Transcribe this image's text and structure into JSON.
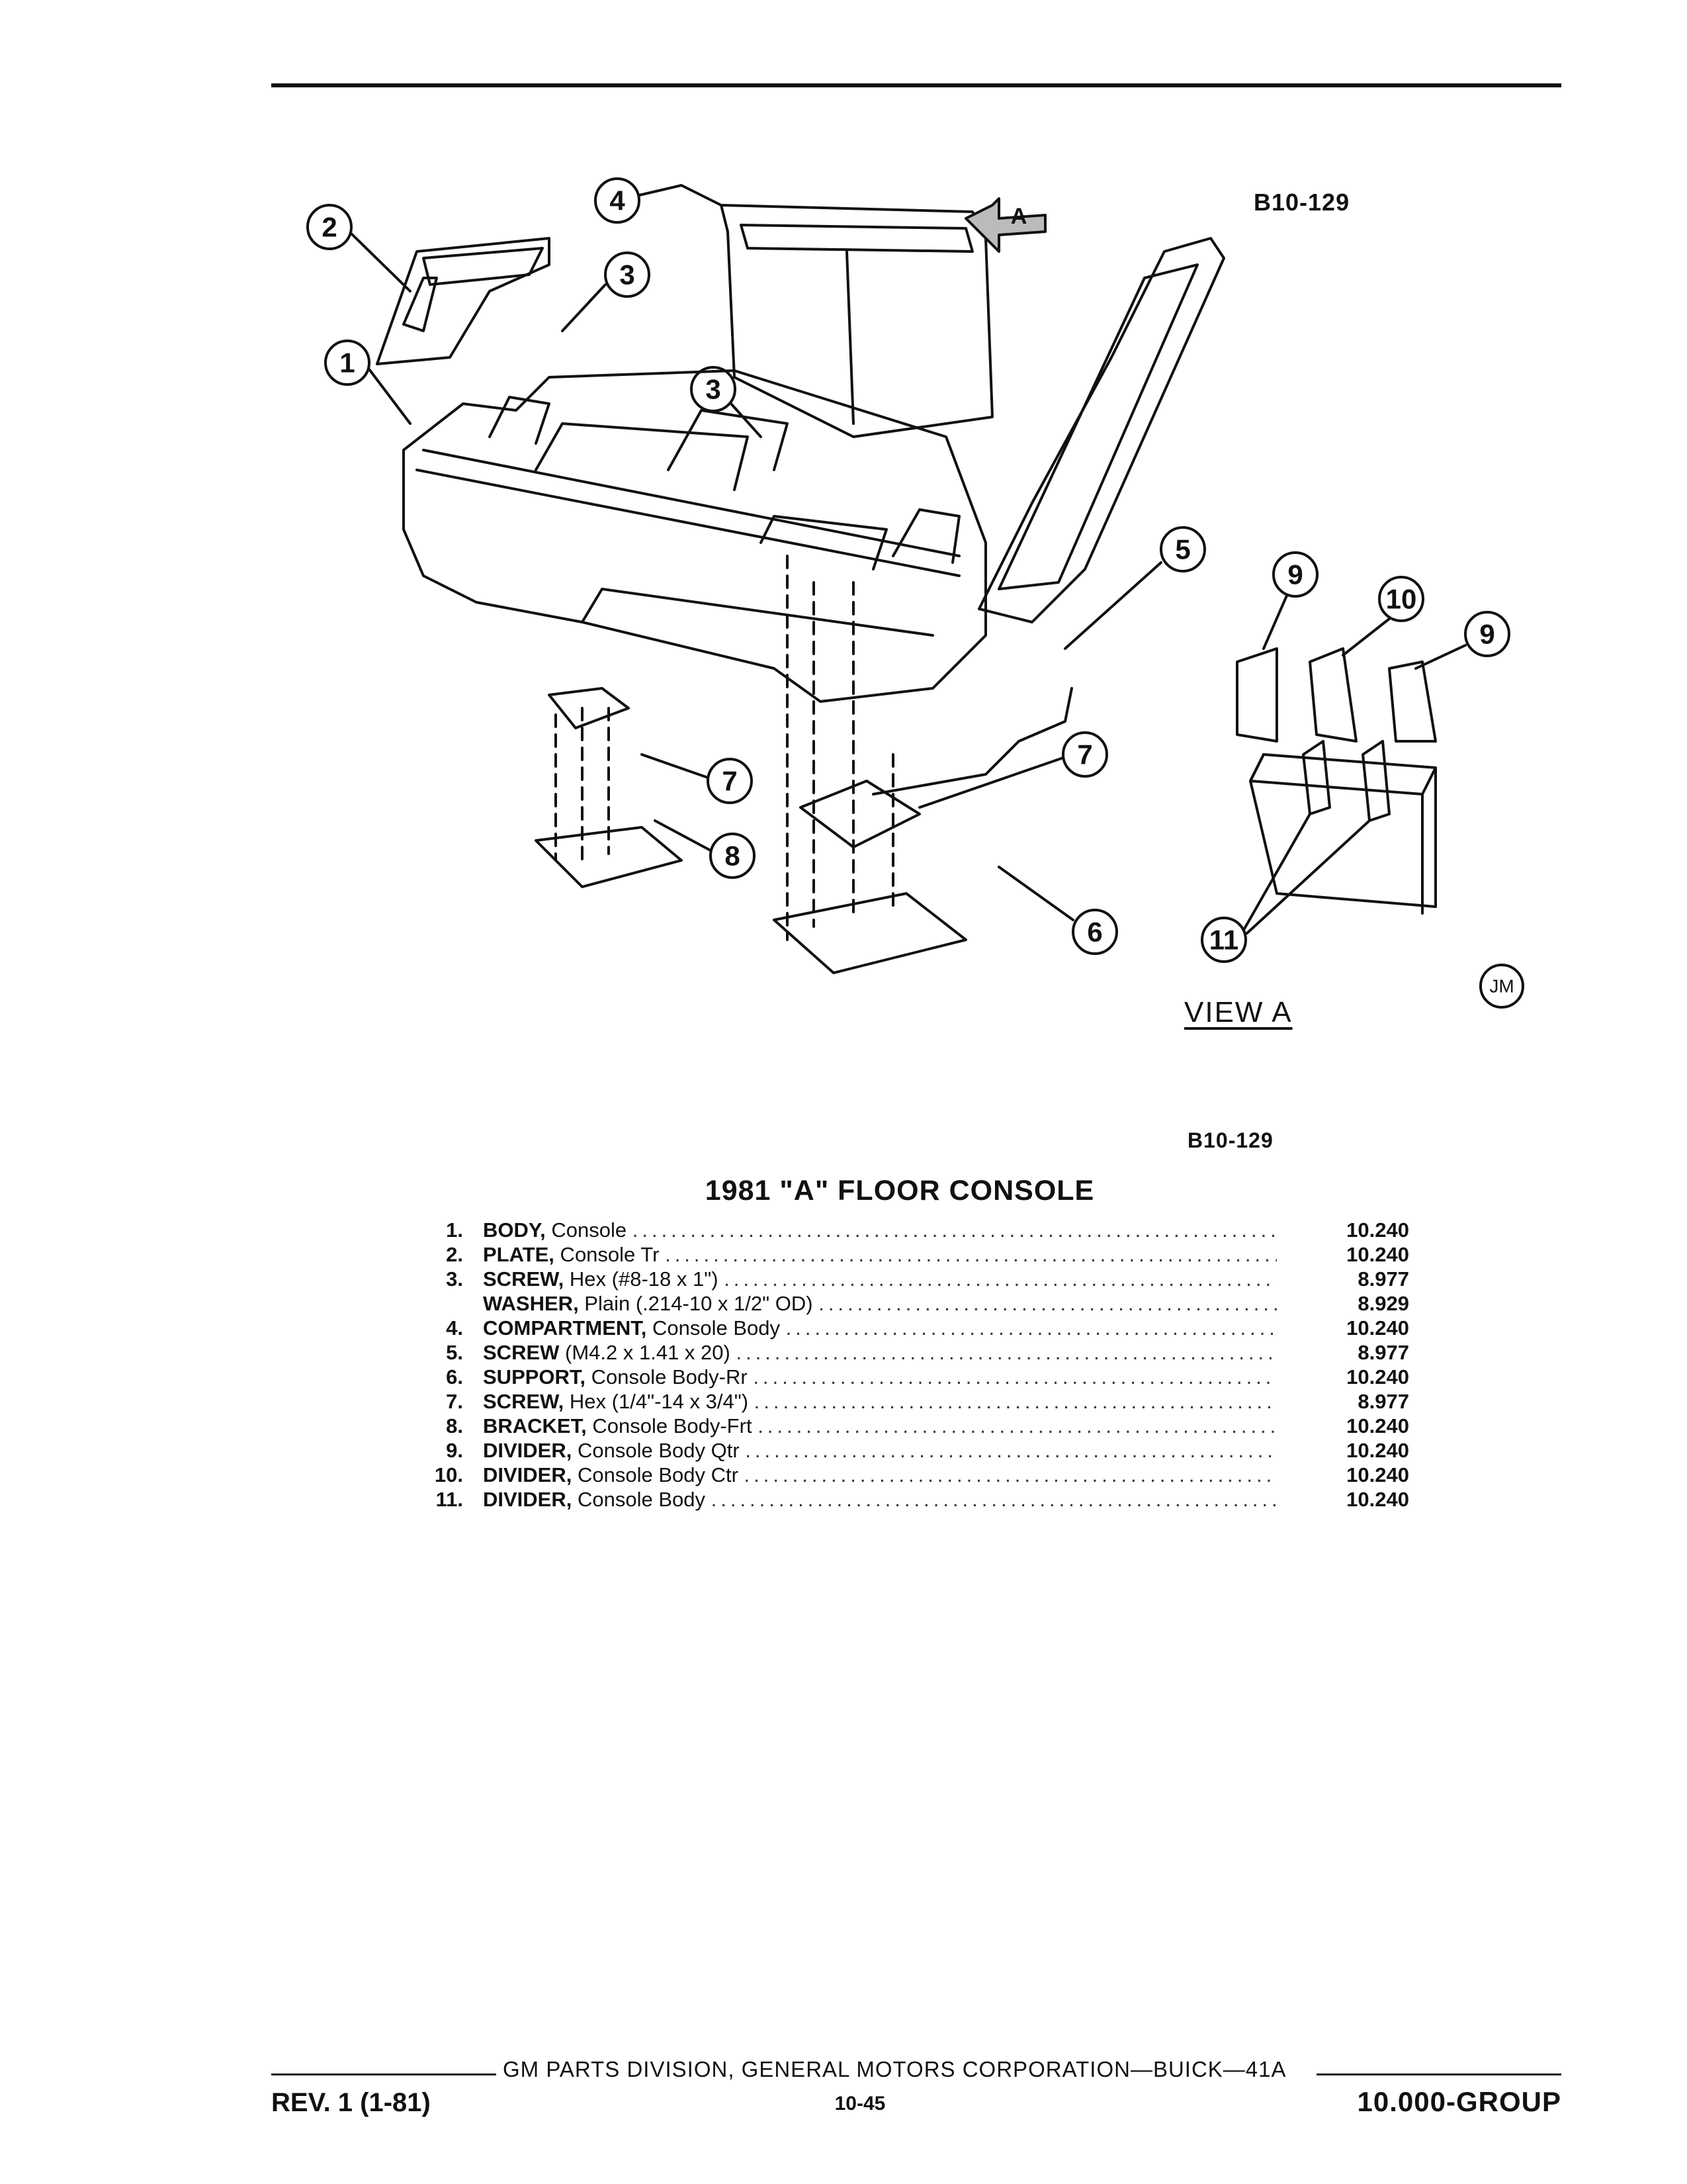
{
  "figure": {
    "code_top": "B10-129",
    "code_bottom": "B10-129",
    "view_label": "VIEW A",
    "view_arrow_label": "A",
    "artist_mark": "JM",
    "callouts": [
      "1",
      "2",
      "3",
      "3",
      "4",
      "5",
      "6",
      "7",
      "7",
      "8",
      "9",
      "9",
      "10",
      "11"
    ]
  },
  "parts_table": {
    "title": "1981 \"A\" FLOOR CONSOLE",
    "rows": [
      {
        "num": "1.",
        "name": "BODY,",
        "desc": " Console",
        "group": "10.240"
      },
      {
        "num": "2.",
        "name": "PLATE,",
        "desc": " Console Tr",
        "group": "10.240"
      },
      {
        "num": "3.",
        "name": "SCREW,",
        "desc": " Hex (#8-18 x 1\")",
        "group": "8.977"
      },
      {
        "num": "",
        "name": "WASHER,",
        "desc": " Plain (.214-10 x 1/2\" OD)",
        "group": "8.929"
      },
      {
        "num": "4.",
        "name": "COMPARTMENT,",
        "desc": " Console Body",
        "group": "10.240"
      },
      {
        "num": "5.",
        "name": "SCREW",
        "desc": " (M4.2 x 1.41 x 20)",
        "group": "8.977"
      },
      {
        "num": "6.",
        "name": "SUPPORT,",
        "desc": " Console Body-Rr",
        "group": "10.240"
      },
      {
        "num": "7.",
        "name": "SCREW,",
        "desc": " Hex (1/4\"-14 x 3/4\")",
        "group": "8.977"
      },
      {
        "num": "8.",
        "name": "BRACKET,",
        "desc": " Console Body-Frt",
        "group": "10.240"
      },
      {
        "num": "9.",
        "name": "DIVIDER,",
        "desc": " Console Body Qtr",
        "group": "10.240"
      },
      {
        "num": "10.",
        "name": "DIVIDER,",
        "desc": " Console Body Ctr",
        "group": "10.240"
      },
      {
        "num": "11.",
        "name": "DIVIDER,",
        "desc": " Console Body",
        "group": "10.240"
      }
    ]
  },
  "footer": {
    "division": "GM PARTS DIVISION, GENERAL MOTORS CORPORATION—BUICK—41A",
    "revision": "REV. 1 (1-81)",
    "page": "10-45",
    "group": "10.000-GROUP"
  }
}
